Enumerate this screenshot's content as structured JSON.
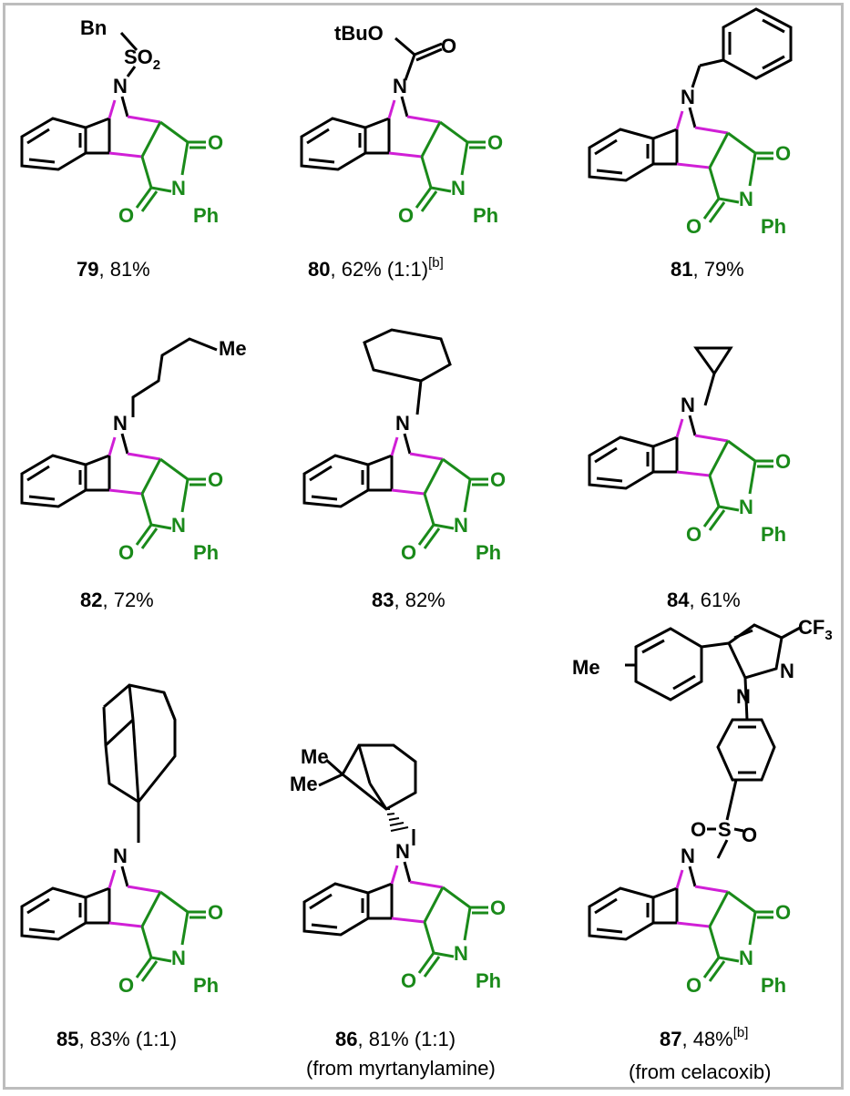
{
  "colors": {
    "green": "#1a8a1a",
    "magenta": "#d01fd6",
    "black": "#000000",
    "frame": "#bdbdbd"
  },
  "core_atoms": {
    "nitrogen": "N",
    "oxygen": "O",
    "phenyl": "Ph"
  },
  "compounds": [
    {
      "substituent": "Bn-SO2",
      "label_parts": [
        "Bn",
        "SO",
        "2"
      ],
      "number": "79",
      "yield": ", 81%",
      "sup": "",
      "note": ""
    },
    {
      "substituent": "Boc",
      "label_parts": [
        "tBuO",
        "O"
      ],
      "number": "80",
      "yield": ", 62% (1:1)",
      "sup": "[b]",
      "note": ""
    },
    {
      "substituent": "benzyl",
      "label_parts": [],
      "number": "81",
      "yield": ", 79%",
      "sup": "",
      "note": ""
    },
    {
      "substituent": "n-butyl",
      "label_parts": [
        "Me"
      ],
      "number": "82",
      "yield": ", 72%",
      "sup": "",
      "note": ""
    },
    {
      "substituent": "cyclohexyl",
      "label_parts": [],
      "number": "83",
      "yield": ", 82%",
      "sup": "",
      "note": ""
    },
    {
      "substituent": "cyclopropyl",
      "label_parts": [],
      "number": "84",
      "yield": ", 61%",
      "sup": "",
      "note": ""
    },
    {
      "substituent": "adamantyl",
      "label_parts": [],
      "number": "85",
      "yield": ", 83% (1:1)",
      "sup": "",
      "note": ""
    },
    {
      "substituent": "myrtanyl",
      "label_parts": [
        "Me",
        "Me"
      ],
      "number": "86",
      "yield": ", 81% (1:1)",
      "sup": "",
      "note": "(from myrtanylamine)"
    },
    {
      "substituent": "celecoxib-sulfonyl",
      "label_parts": [
        "Me",
        "CF",
        "3",
        "N",
        "N",
        "S",
        "O",
        "O"
      ],
      "number": "87",
      "yield": ", 48%",
      "sup": "[b]",
      "note": "(from celacoxib)"
    }
  ]
}
